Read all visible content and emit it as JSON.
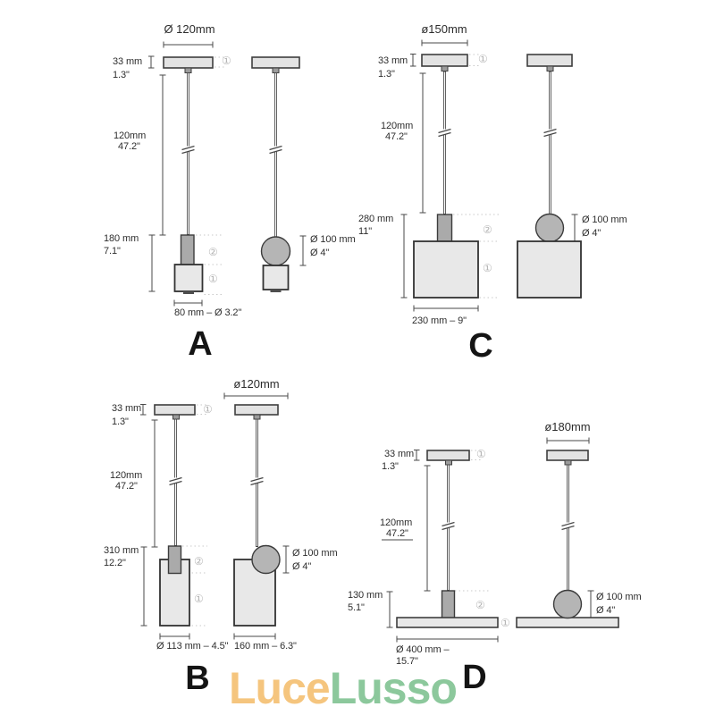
{
  "brand": {
    "part1": "Luce",
    "part2": "Lusso",
    "color_orange": "#f5c57e",
    "color_green": "#8cc89c"
  },
  "shared": {
    "canopy_height_mm": "33 mm",
    "canopy_height_in": "1.3\"",
    "cable_mm": "120mm",
    "cable_in": "47.2\"",
    "sphere_mm": "Ø 100 mm",
    "sphere_in": "Ø 4\"",
    "marker1": "①",
    "marker2": "②"
  },
  "variants": {
    "a": {
      "letter": "A",
      "canopy_dia": "Ø 120mm",
      "body_mm": "180 mm",
      "body_in": "7.1\"",
      "width": "80 mm – Ø 3.2\""
    },
    "b": {
      "letter": "B",
      "canopy_dia": "ø120mm",
      "body_mm": "310 mm",
      "body_in": "12.2\"",
      "width_left": "Ø 113 mm – 4.5\"",
      "width_right": "160 mm – 6.3\""
    },
    "c": {
      "letter": "C",
      "canopy_dia": "ø150mm",
      "body_mm": "280 mm",
      "body_in": "11\"",
      "width": "230 mm – 9\""
    },
    "d": {
      "letter": "D",
      "canopy_dia": "ø180mm",
      "body_mm": "130 mm",
      "body_in": "5.1\"",
      "width_line1": "Ø 400 mm –",
      "width_line2": "15.7\""
    }
  }
}
